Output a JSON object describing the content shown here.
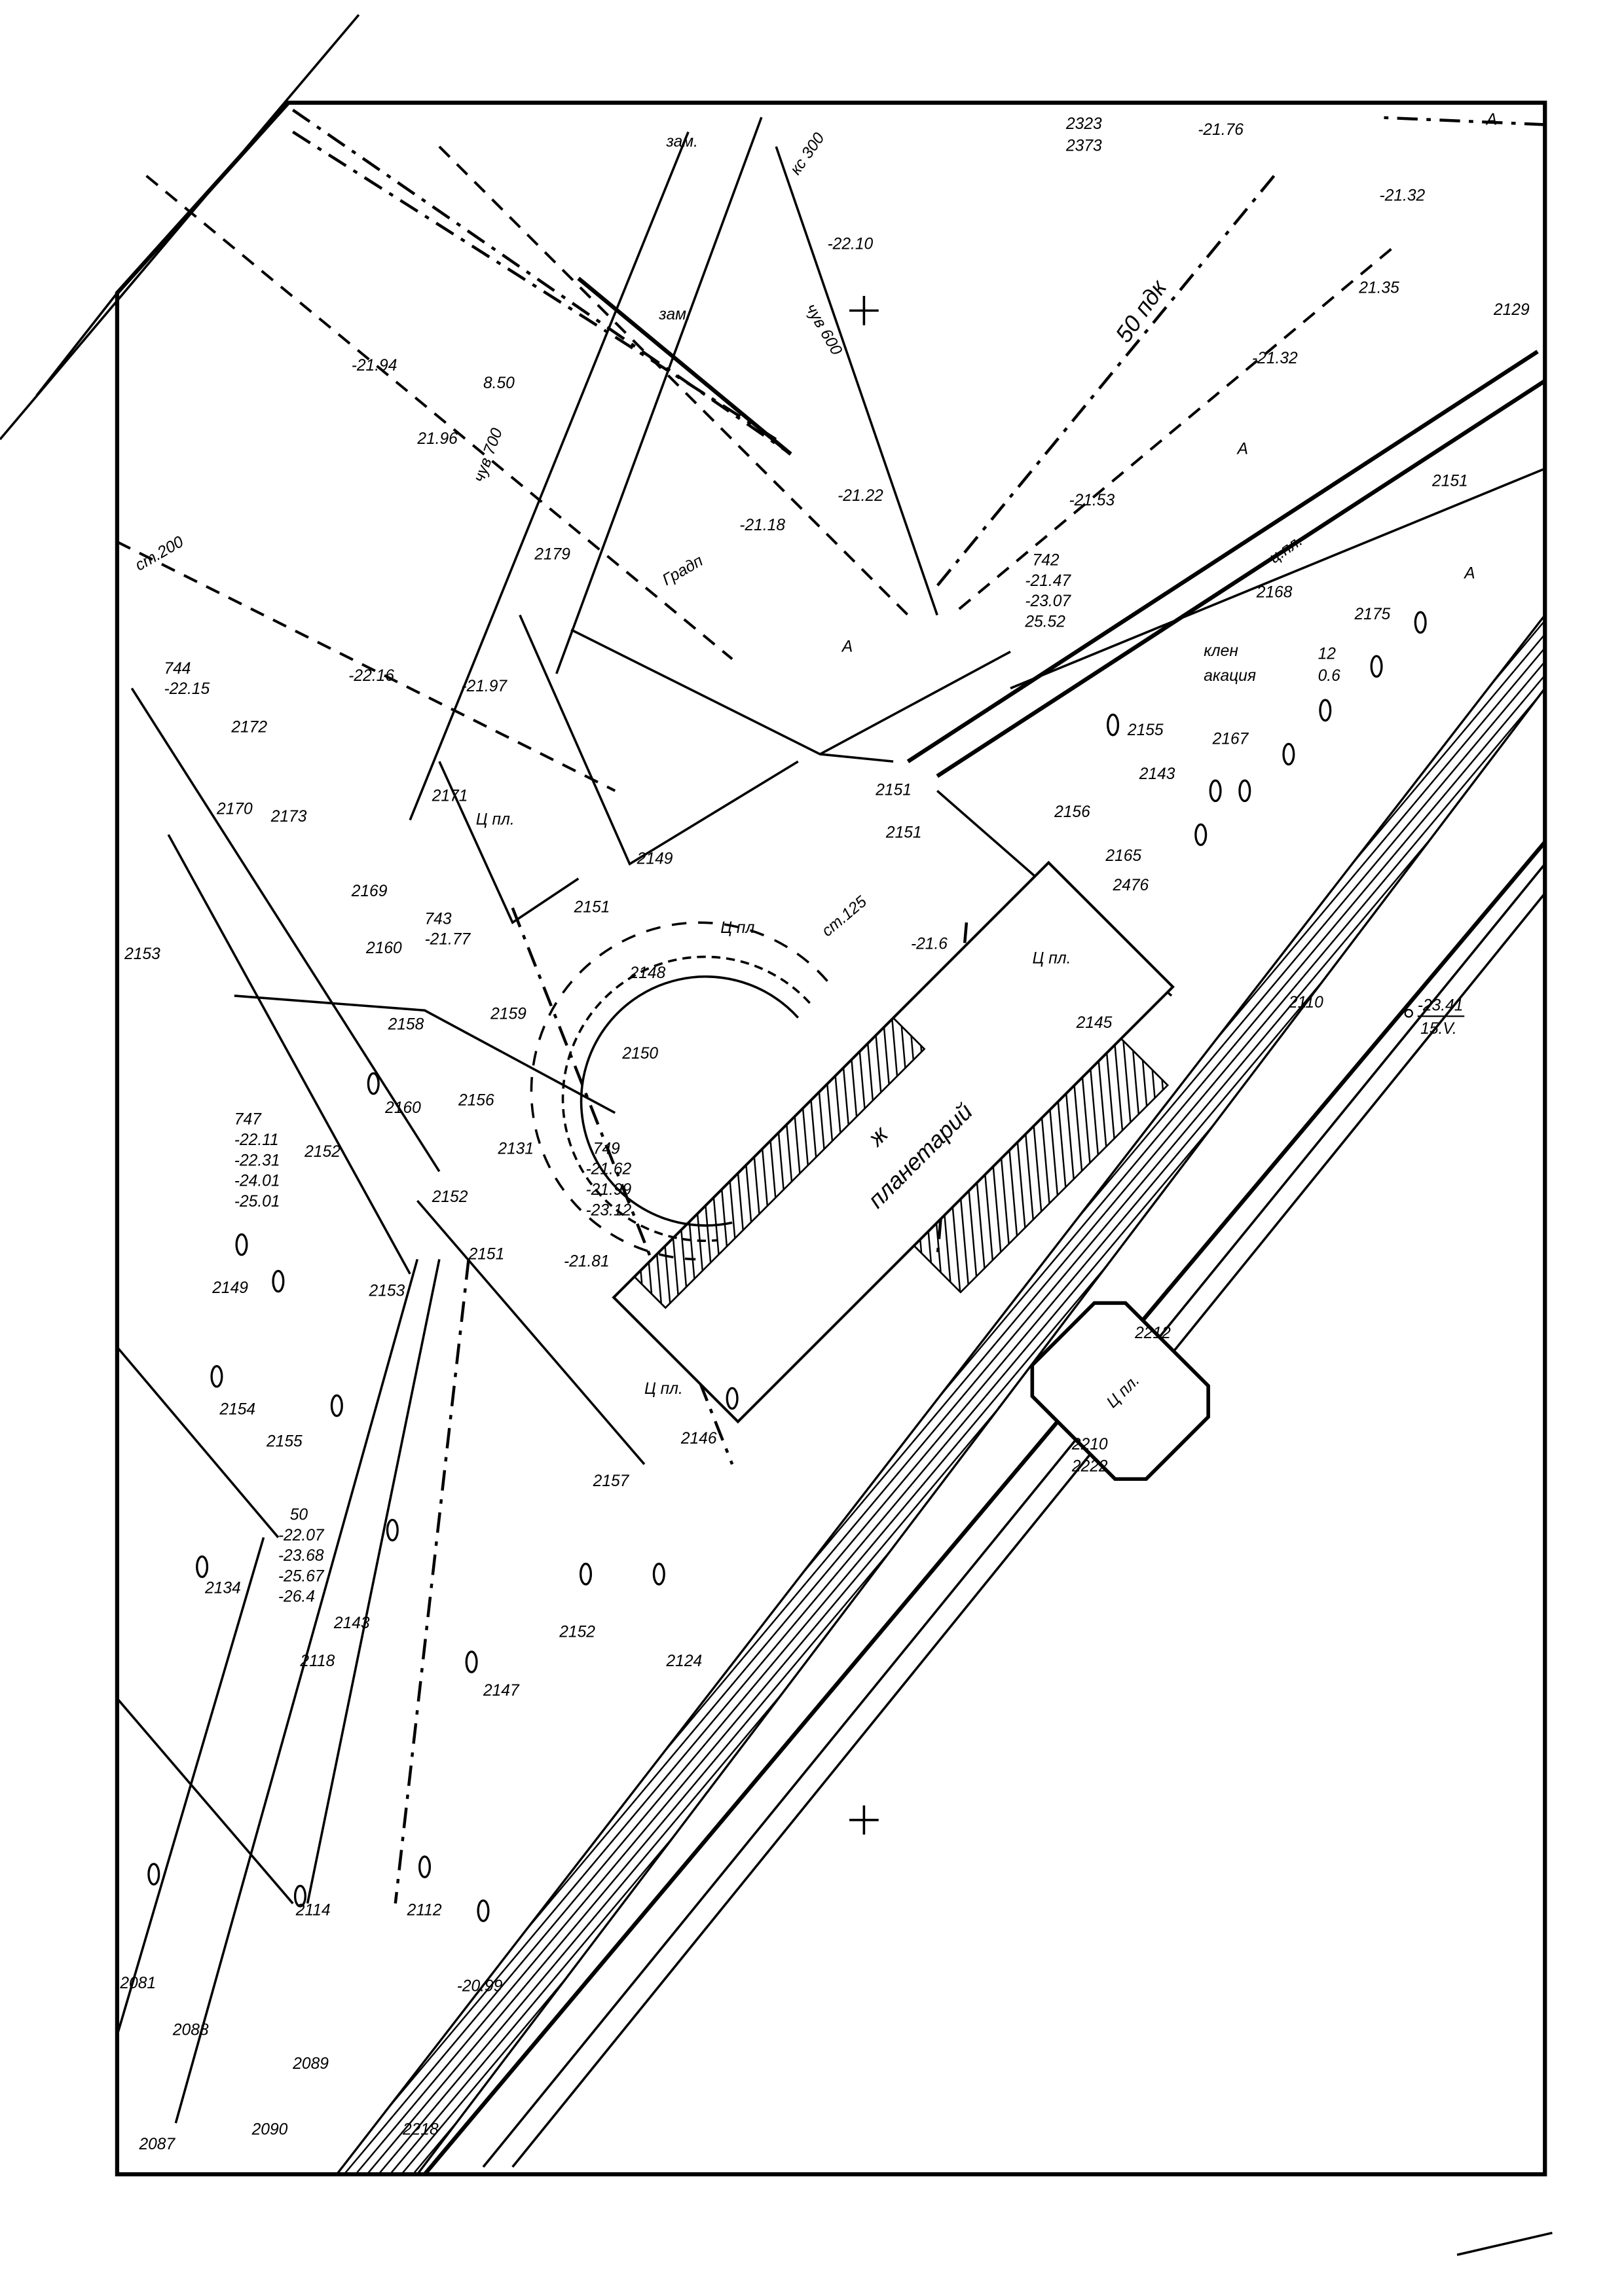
{
  "map": {
    "building_name": "планетарий",
    "building_mark": "ж",
    "corridor_label": "50 пдк",
    "octagon_label": "Ц пл.",
    "spot_label": {
      "value": "-23.41",
      "date": "15.V."
    },
    "labels": [
      "2323",
      "2373",
      "-21.76",
      "A",
      "-21.32",
      "-22.10",
      "21.35",
      "2129",
      "-21.32",
      "-21.94",
      "8.50",
      "21.96",
      "A",
      "-21.53",
      "-21.22",
      "-21.18",
      "2151",
      "Градп",
      "742",
      "-21.47",
      "-23.07",
      "25.52",
      "2168",
      "2175",
      "клен",
      "акация",
      "12",
      "0.6",
      "2143",
      "2156",
      "2165",
      "2476",
      "2155",
      "2167",
      "2179",
      "-22.16",
      "-21.97",
      "744",
      "-22.15",
      "2172",
      "2170",
      "2173",
      "2171",
      "Ц пл.",
      "2149",
      "2151",
      "2151",
      "2151",
      "Ц пл.",
      "ст.125",
      "-21.6",
      "Ц пл.",
      "2145",
      "2169",
      "2160",
      "743",
      "-21.77",
      "2158",
      "2159",
      "2148",
      "2150",
      "2153",
      "2156",
      "2160",
      "747",
      "-22.11",
      "-22.31",
      "-24.01",
      "-25.01",
      "2152",
      "2131",
      "749",
      "-21.62",
      "-21.99",
      "-23.12",
      "2152",
      "2151",
      "2149",
      "2153",
      "-21.81",
      "2212",
      "Ц пл.",
      "2154",
      "2155",
      "2146",
      "2157",
      "2210",
      "2222",
      "50",
      "-22.07",
      "-23.68",
      "-25.67",
      "-26.4",
      "2134",
      "2143",
      "2118",
      "2152",
      "2147",
      "2124",
      "2114",
      "2112",
      "-20.99",
      "2081",
      "2088",
      "2089",
      "2090",
      "2087",
      "2218",
      "2110",
      "зам.",
      "зам.",
      "кс 300",
      "чув 600",
      "чув 700",
      "ст.200",
      "A",
      "ц.пл.",
      "А"
    ]
  }
}
